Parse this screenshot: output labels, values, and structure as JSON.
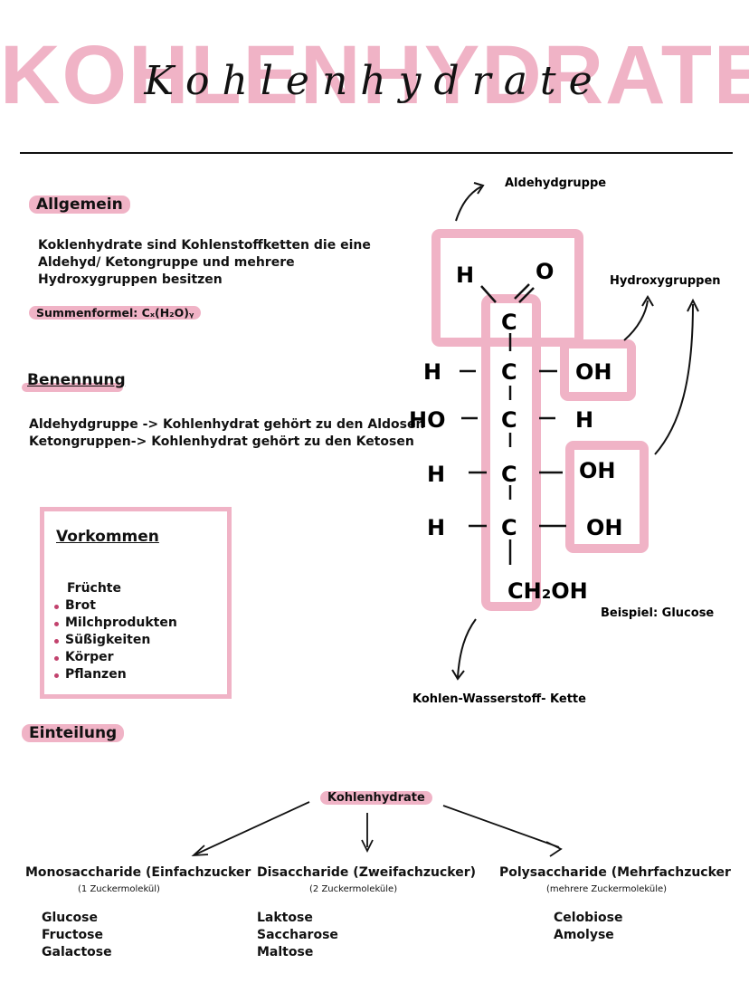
{
  "title": {
    "main": "KOHLENHYDRATE",
    "script": "Kohlenhydrate"
  },
  "allgemein": {
    "heading": "Allgemein",
    "lines": [
      "Koklenhydrate sind Kohlenstoffketten die eine",
      "Aldehyd/ Ketongruppe und mehrere",
      "Hydroxygruppen besitzen"
    ],
    "summenformel": "Summenformel: Cₓ(H₂O)ᵧ"
  },
  "benennung": {
    "heading": "Benennung",
    "lines": [
      "Aldehydgruppe -> Kohlenhydrat gehört zu den Aldosen",
      "Ketongruppen-> Kohlenhydrat gehört zu den Ketosen"
    ]
  },
  "vorkommen": {
    "heading": "Vorkommen",
    "items": [
      "Früchte",
      "Brot",
      "Milchprodukten",
      "Süßigkeiten",
      "Körper",
      "Pflanzen"
    ]
  },
  "diagram": {
    "label_aldehyd": "Aldehydgruppe",
    "label_hydroxy": "Hydroxygruppen",
    "label_beispiel": "Beispiel: Glucose",
    "label_kette": "Kohlen-Wasserstoff- Kette",
    "atoms": {
      "h_top": "H",
      "o_top": "O",
      "c": "C",
      "h": "H",
      "oh": "OH",
      "ho": "HO",
      "ch2oh": "CH₂OH"
    }
  },
  "einteilung": {
    "heading": "Einteilung",
    "center": "Kohlenhydrate",
    "columns": [
      {
        "title": "Monosaccharide (Einfachzucker",
        "sub": "(1 Zuckermolekül)",
        "items": [
          "Glucose",
          "Fructose",
          "Galactose"
        ]
      },
      {
        "title": "Disaccharide (Zweifachzucker)",
        "sub": "(2 Zuckermoleküle)",
        "items": [
          "Laktose",
          "Saccharose",
          "Maltose"
        ]
      },
      {
        "title": "Polysaccharide (Mehrfachzucker",
        "sub": "(mehrere Zuckermoleküle)",
        "items": [
          "Celobiose",
          "Amolyse"
        ]
      }
    ]
  },
  "colors": {
    "accent_pink": "#f0b3c6",
    "bullet": "#c2426d",
    "ink": "#111111"
  }
}
